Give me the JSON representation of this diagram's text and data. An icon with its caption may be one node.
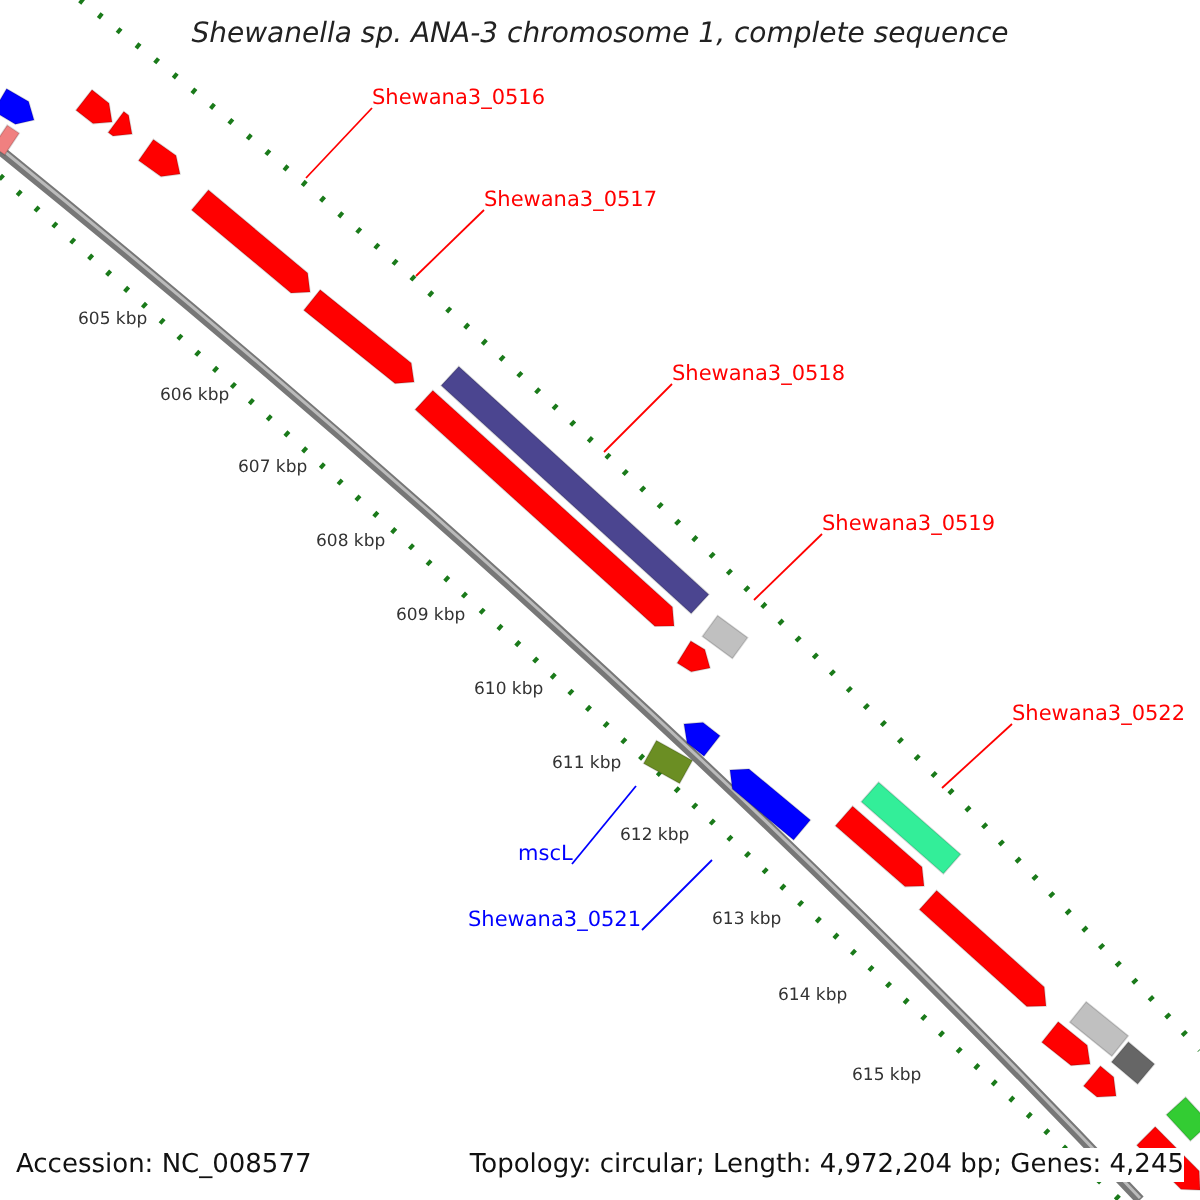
{
  "diagram": {
    "title": "Shewanella sp. ANA-3 chromosome 1, complete sequence",
    "nodes": [
      {
        "text": [
          "Shewana3_0516"
        ]
      },
      {
        "text": [
          "Shewana3_0517"
        ]
      },
      {
        "text": [
          "Shewana3_0518"
        ]
      },
      {
        "text": [
          "Shewana3_0519"
        ]
      },
      {
        "text": [
          "Shewana3_0522"
        ]
      },
      {
        "text": [
          "mscL"
        ]
      },
      {
        "text": [
          "Shewana3_0521"
        ]
      }
    ],
    "edges": [
      {
        "from": 0,
        "to": null,
        "arrow": "none"
      },
      {
        "from": 1,
        "to": null,
        "arrow": "none"
      },
      {
        "from": 2,
        "to": null,
        "arrow": "none"
      },
      {
        "from": 3,
        "to": null,
        "arrow": "none"
      },
      {
        "from": 4,
        "to": null,
        "arrow": "none"
      },
      {
        "from": 5,
        "to": null,
        "arrow": "none",
        "color": "#0000ff"
      },
      {
        "from": 6,
        "to": null,
        "arrow": "none",
        "color": "#0000ff"
      }
    ],
    "labels": [
      "605 kbp",
      "606 kbp",
      "607 kbp",
      "608 kbp",
      "609 kbp",
      "610 kbp",
      "611 kbp",
      "612 kbp",
      "613 kbp",
      "614 kbp",
      "615 kbp",
      "Accession: NC_008577",
      "Topology: circular; Length: 4,972,204 bp; Genes: 4,245"
    ]
  }
}
